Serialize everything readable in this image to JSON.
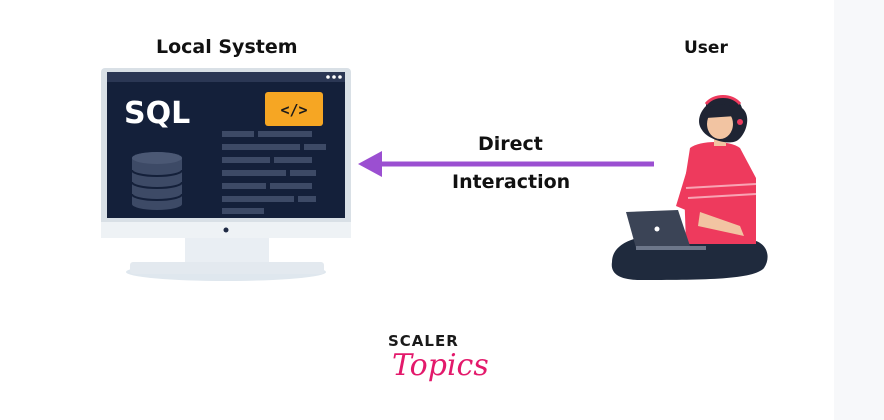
{
  "diagram": {
    "local_system_title": "Local System",
    "user_title": "User",
    "arrow_label_line1": "Direct",
    "arrow_label_line2": "Interaction",
    "screen_text": "SQL",
    "code_icon_text": "</>"
  },
  "logo": {
    "brand_top": "SCALER",
    "brand_bottom": "Topics"
  },
  "colors": {
    "arrow": "#9b4fd1",
    "monitor_screen": "#14203a",
    "code_badge": "#f6a623",
    "shirt": "#ee3a5d",
    "brand_accent": "#e3196b"
  }
}
